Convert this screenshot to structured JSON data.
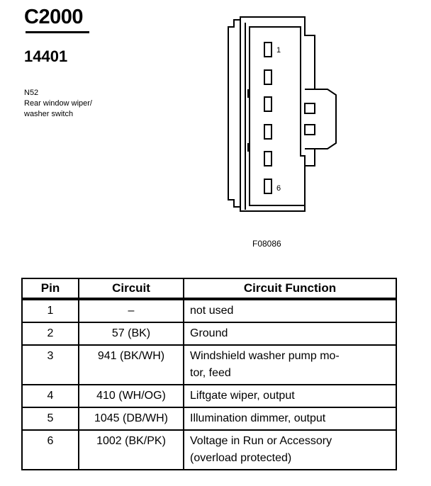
{
  "header": {
    "connector_id": "C2000",
    "part_number": "14401",
    "description_lines": [
      "N52",
      "Rear window wiper/",
      "washer switch"
    ]
  },
  "figure": {
    "pin_label_first": "1",
    "pin_label_last": "6",
    "figure_code": "F08086"
  },
  "table": {
    "headers": [
      "Pin",
      "Circuit",
      "Circuit Function"
    ],
    "rows": [
      {
        "pin": "1",
        "circuit": "–",
        "function": [
          "not used"
        ]
      },
      {
        "pin": "2",
        "circuit": "57 (BK)",
        "function": [
          "Ground"
        ]
      },
      {
        "pin": "3",
        "circuit": "941 (BK/WH)",
        "function": [
          "Windshield washer pump mo-",
          "tor, feed"
        ]
      },
      {
        "pin": "4",
        "circuit": "410 (WH/OG)",
        "function": [
          "Liftgate wiper, output"
        ]
      },
      {
        "pin": "5",
        "circuit": "1045 (DB/WH)",
        "function": [
          "Illumination dimmer, output"
        ]
      },
      {
        "pin": "6",
        "circuit": "1002 (BK/PK)",
        "function": [
          "Voltage in Run or Accessory",
          "(overload protected)"
        ]
      }
    ]
  }
}
